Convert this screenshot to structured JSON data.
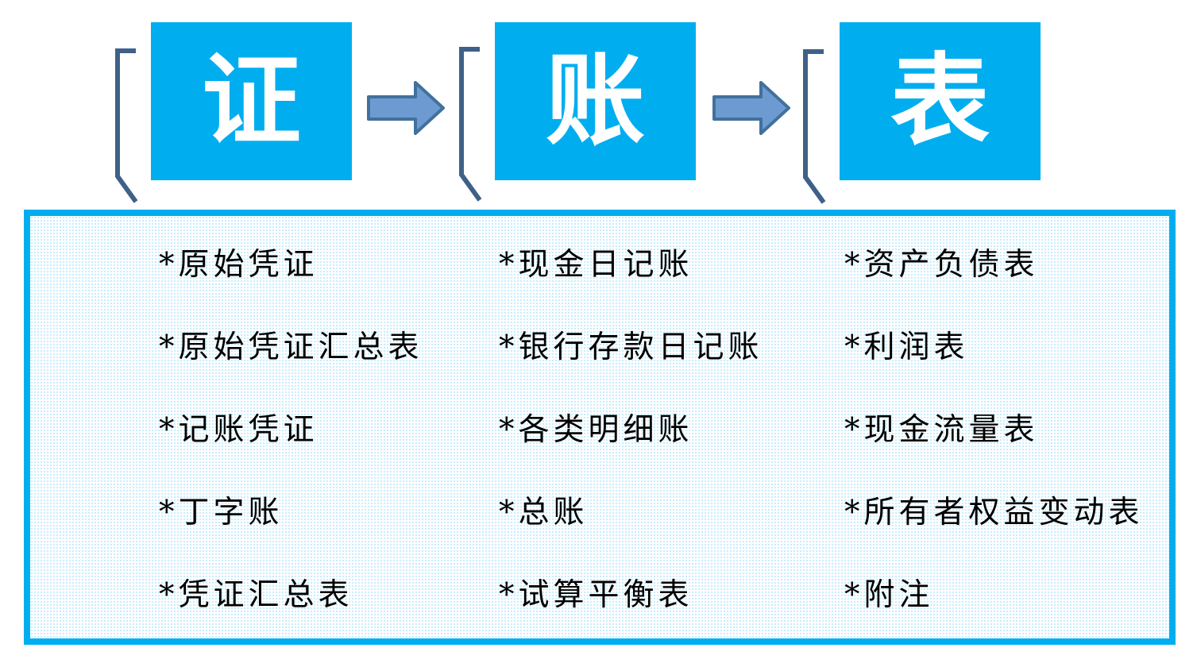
{
  "flow": {
    "stages": [
      {
        "label": "证"
      },
      {
        "label": "账"
      },
      {
        "label": "表"
      }
    ]
  },
  "panel": {
    "columns": [
      {
        "items": [
          "*原始凭证",
          "*原始凭证汇总表",
          "*记账凭证",
          "*丁字账",
          "*凭证汇总表"
        ]
      },
      {
        "items": [
          "*现金日记账",
          "*银行存款日记账",
          "*各类明细账",
          "*总账",
          "*试算平衡表"
        ]
      },
      {
        "items": [
          "*资产负债表",
          "*利润表",
          "*现金流量表",
          "*所有者权益变动表",
          "*附注"
        ]
      }
    ]
  },
  "colors": {
    "stage_box_fill": "#00AEEF",
    "stage_box_text": "#FFFFFF",
    "panel_border": "#00AEEF",
    "panel_dot": "#BFE6F5",
    "arrow_fill": "#6D9BD1",
    "arrow_stroke": "#41719C",
    "bracket_stroke": "#3F6189",
    "item_text": "#000000"
  }
}
